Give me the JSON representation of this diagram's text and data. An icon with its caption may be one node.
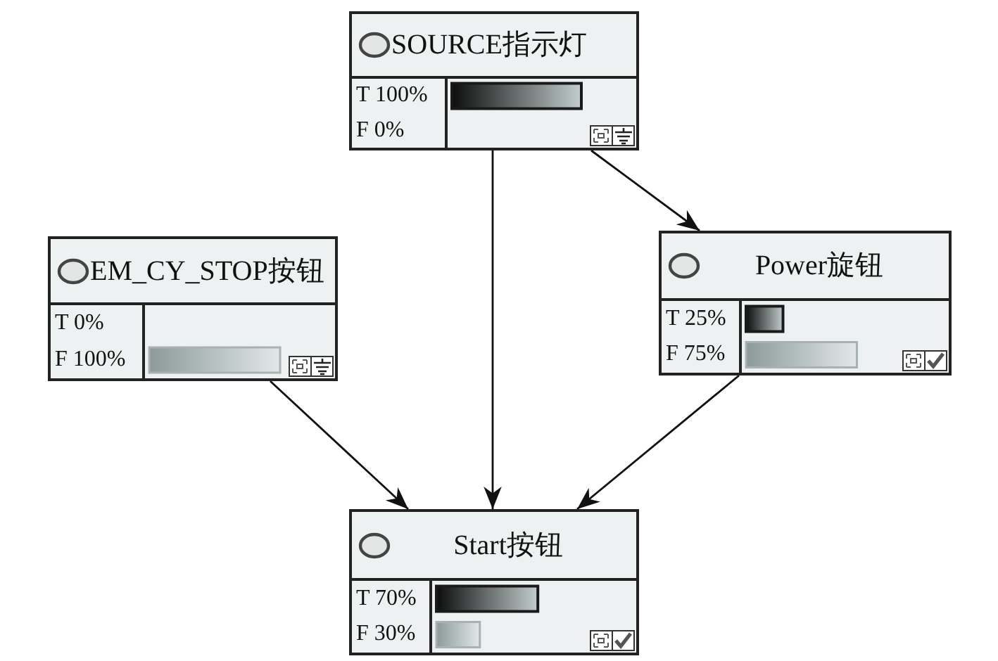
{
  "diagram": {
    "nodes": [
      {
        "text": [
          "SOURCE指示灯",
          "T 100%",
          "F 0%"
        ]
      },
      {
        "text": [
          "EM_CY_STOP按钮",
          "T 0%",
          "F 100%"
        ]
      },
      {
        "text": [
          "Power旋钮",
          "T 25%",
          "F 75%"
        ]
      },
      {
        "text": [
          "Start按钮",
          "T 70%",
          "F 30%"
        ]
      }
    ],
    "edges": [
      {
        "from": 0,
        "to": 3,
        "arrow": "to"
      },
      {
        "from": 0,
        "to": 2,
        "arrow": "to"
      },
      {
        "from": 1,
        "to": 3,
        "arrow": "to"
      },
      {
        "from": 2,
        "to": 3,
        "arrow": "to"
      }
    ]
  }
}
